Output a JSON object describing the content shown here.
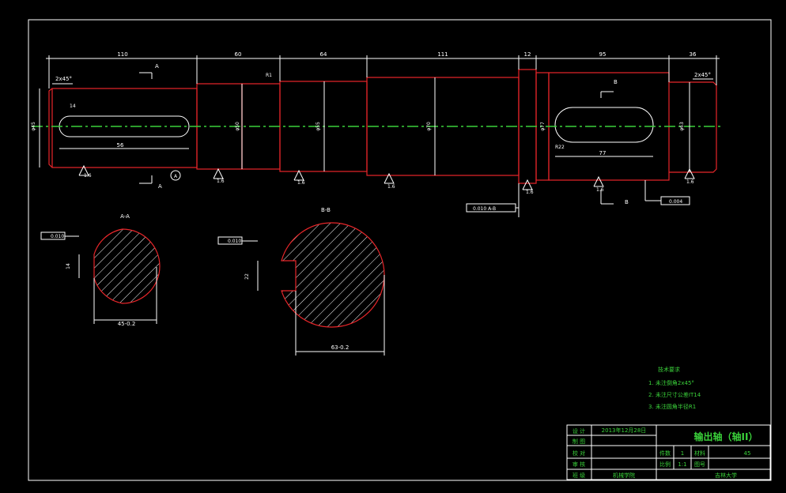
{
  "dims": {
    "len_110": "110",
    "len_60": "60",
    "len_64": "64",
    "len_111": "111",
    "len_12": "12",
    "len_95": "95",
    "len_36": "36",
    "key1_len": "56",
    "key2_len": "77",
    "chamfer_left": "2x45°",
    "chamfer_right": "2x45°",
    "dia_left": "φ45",
    "dia_2": "φ50",
    "dia_3": "φ55",
    "dia_4": "φ70",
    "dia_5": "φ77",
    "dia_6": "φ63",
    "key1_width": "14",
    "key2_width": "R22",
    "fillet": "R1",
    "roughness": "1.6",
    "tol_center": "0.010 A-B",
    "tol_right": "0.004"
  },
  "labels": {
    "section_a": "A",
    "section_b": "B",
    "datum_a": "A",
    "datum_b": "B",
    "view_aa": "A-A",
    "view_bb": "B-B",
    "flat_aa": "0.010",
    "flat_bb": "0.010",
    "aa_bottom": "45-0.2",
    "bb_bottom": "63-0.2",
    "aa_side": "14",
    "bb_side": "22"
  },
  "notes": {
    "title": "技术要求",
    "items": [
      "1. 未注倒角2x45°",
      "2. 未注尺寸公差IT14",
      "3. 未注圆角半径R1"
    ]
  },
  "titleblock": {
    "part_name": "输出轴（轴II）",
    "date": "2013年12月28日",
    "row_labels": [
      "设 计",
      "制 图",
      "校 对",
      "审 核",
      "班 级"
    ],
    "class_value": "机械学院",
    "qty_label": "件数",
    "qty_value": "1",
    "material_label": "材料",
    "material_value": "45",
    "scale_label": "比例",
    "scale_value": "1:1",
    "drawing_no_label": "图号",
    "school": "吉林大学"
  },
  "colors": {
    "background": "#000000",
    "outline": "#ffffff",
    "part": "#e8262a",
    "centerline": "#3ad13a",
    "text_green": "#3ad13a"
  }
}
